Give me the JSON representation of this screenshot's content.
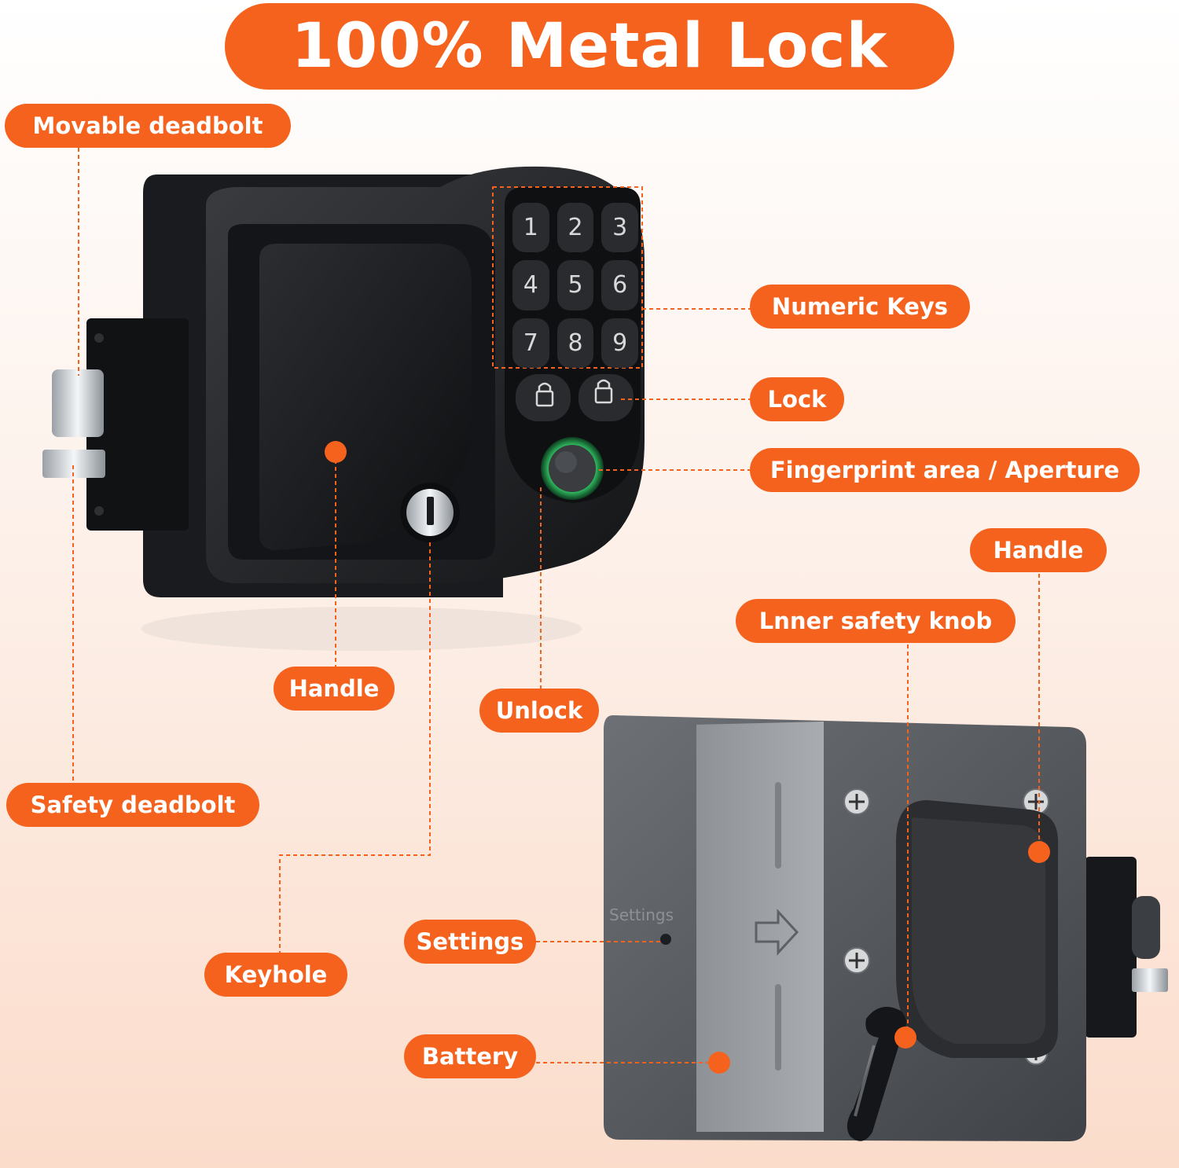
{
  "title": "100% Metal Lock",
  "labels": {
    "movable_deadbolt": "Movable deadbolt",
    "numeric_keys": "Numeric Keys",
    "lock": "Lock",
    "fingerprint": "Fingerprint area / Aperture",
    "handle_rear": "Handle",
    "inner_knob": "Lnner safety knob",
    "handle_front": "Handle",
    "unlock": "Unlock",
    "safety_deadbolt": "Safety deadbolt",
    "settings": "Settings",
    "keyhole": "Keyhole",
    "battery": "Battery"
  },
  "keypad": {
    "keys": [
      "1",
      "2",
      "3",
      "4",
      "5",
      "6",
      "7",
      "8",
      "9"
    ]
  },
  "panel": {
    "settings_text": "Settings"
  },
  "colors": {
    "accent": "#f5621e",
    "lock_body": "#1e1f22",
    "panel": "#5b5f64",
    "fingerprint_ring": "#36d36a"
  }
}
